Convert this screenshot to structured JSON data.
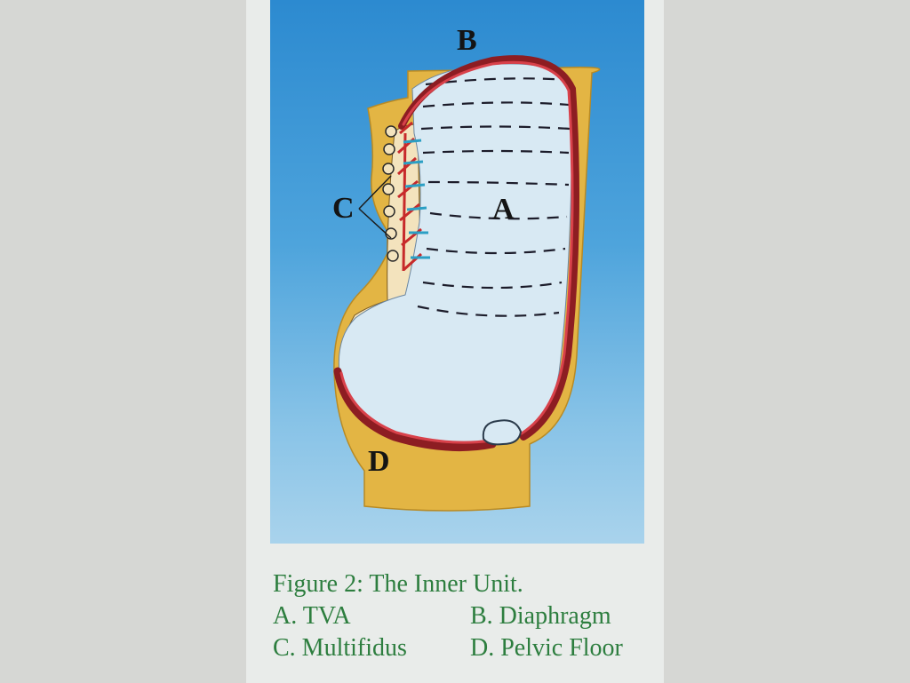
{
  "diagram": {
    "labels": {
      "a": "A",
      "b": "B",
      "c": "C",
      "d": "D"
    },
    "colors": {
      "background_top": "#2c8ad0",
      "background_bottom": "#a9d3ec",
      "body": "#e3b544",
      "muscle": "#c72a2b",
      "cavity": "#d8e9f3",
      "spine_blue": "#2b9fc4",
      "caption": "#2d7e3f"
    }
  },
  "caption": {
    "title": "Figure 2: The Inner Unit.",
    "a": "A. TVA",
    "b": "B. Diaphragm",
    "c": "C. Multifidus",
    "d": "D. Pelvic Floor"
  }
}
